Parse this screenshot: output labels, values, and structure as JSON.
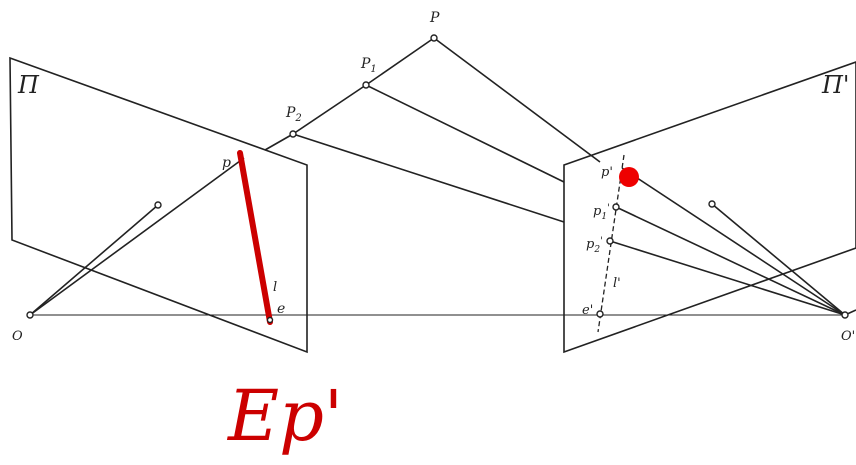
{
  "diagram": {
    "labels": {
      "plane_left": "Π",
      "plane_right": "Π'",
      "point_P": "P",
      "point_P1": "P",
      "point_P1_sub": "1",
      "point_P2": "P",
      "point_P2_sub": "2",
      "p_left": "p",
      "l_left": "l",
      "e_left": "e",
      "o_left": "O",
      "p_right": "p'",
      "p1_right": "p",
      "p1_right_sub": "1",
      "p1_right_prime": "'",
      "p2_right": "p",
      "p2_right_sub": "2",
      "p2_right_prime": "'",
      "l_right": "l'",
      "e_right": "e'",
      "o_right": "O'"
    },
    "annotation_text": "Ep'",
    "colors": {
      "line": "#222222",
      "annotation": "#cc0000",
      "marker": "#ee0000"
    }
  }
}
